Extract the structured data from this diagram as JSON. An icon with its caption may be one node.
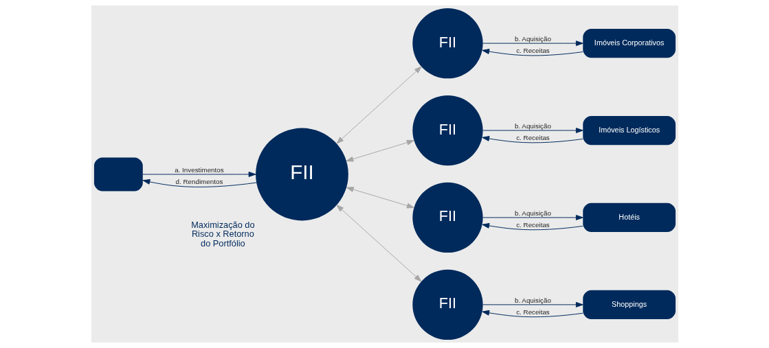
{
  "diagram": {
    "nodes": [
      {
        "text": [],
        "shape": "person"
      },
      {
        "text": [
          "FII"
        ],
        "beside": [
          "Maximização do Risco x Retorno do Portfólio"
        ]
      },
      {
        "text": [
          "FII"
        ]
      },
      {
        "text": [
          "FII"
        ]
      },
      {
        "text": [
          "FII"
        ]
      },
      {
        "text": [
          "FII"
        ]
      },
      {
        "text": [
          "Imóveis Corporativos"
        ]
      },
      {
        "text": [
          "Imóveis Logísticos"
        ]
      },
      {
        "text": [
          "Hotéis"
        ]
      },
      {
        "text": [
          "Shoppings"
        ]
      }
    ],
    "edges": [
      {
        "from": 0,
        "to": 1,
        "arrow": "to",
        "label": "a. Investimentos"
      },
      {
        "from": 1,
        "to": 0,
        "arrow": "to",
        "label": "d. Rendimentos"
      },
      {
        "from": 1,
        "to": 2,
        "arrow": "both",
        "color": "#a6a6a6"
      },
      {
        "from": 1,
        "to": 3,
        "arrow": "both",
        "color": "#a6a6a6"
      },
      {
        "from": 1,
        "to": 4,
        "arrow": "both",
        "color": "#a6a6a6"
      },
      {
        "from": 1,
        "to": 5,
        "arrow": "both",
        "color": "#a6a6a6"
      },
      {
        "from": 2,
        "to": 6,
        "arrow": "to",
        "label": "b. Aquisição"
      },
      {
        "from": 6,
        "to": 2,
        "arrow": "to",
        "label": "c. Receitas"
      },
      {
        "from": 3,
        "to": 7,
        "arrow": "to",
        "label": "b. Aquisição"
      },
      {
        "from": 7,
        "to": 3,
        "arrow": "to",
        "label": "c. Receitas"
      },
      {
        "from": 4,
        "to": 8,
        "arrow": "to",
        "label": "b. Aquisição"
      },
      {
        "from": 8,
        "to": 4,
        "arrow": "to",
        "label": "c. Receitas"
      },
      {
        "from": 5,
        "to": 9,
        "arrow": "to",
        "label": "b. Aquisição"
      },
      {
        "from": 9,
        "to": 5,
        "arrow": "to",
        "label": "c. Receitas"
      }
    ]
  }
}
